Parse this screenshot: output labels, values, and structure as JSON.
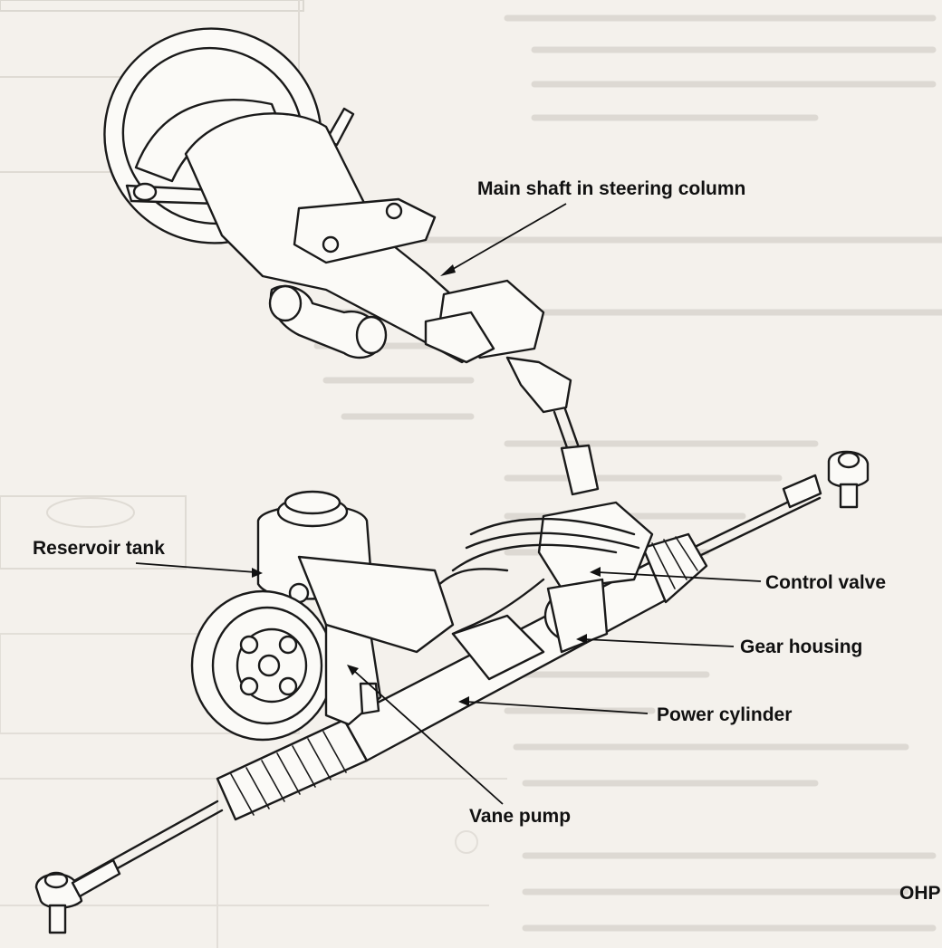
{
  "figure": {
    "labels": {
      "main_shaft": "Main shaft in steering column",
      "reservoir": "Reservoir tank",
      "control_valve": "Control valve",
      "gear_housing": "Gear housing",
      "power_cylinder": "Power cylinder",
      "vane_pump": "Vane pump",
      "corner_mark": "OHP"
    }
  }
}
